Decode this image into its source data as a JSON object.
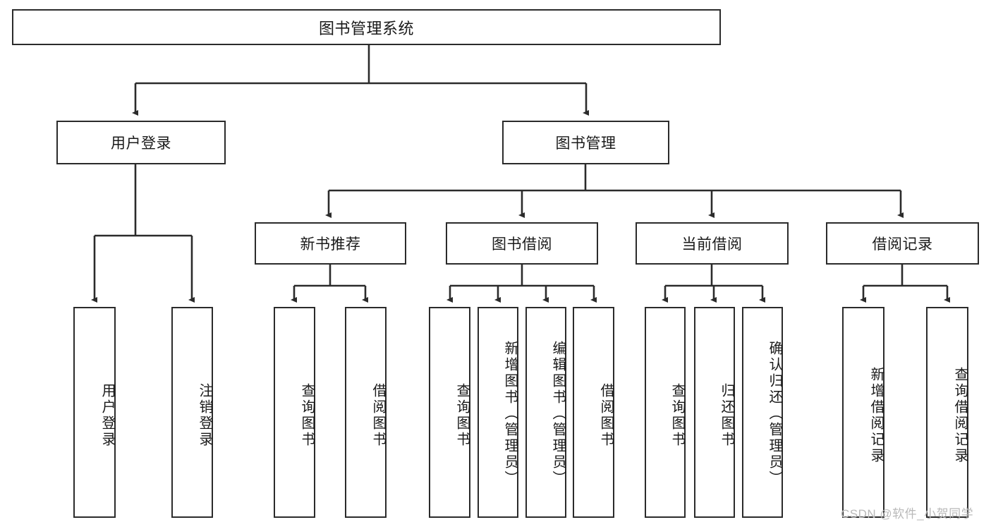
{
  "diagram": {
    "type": "tree",
    "title": "图书管理系统",
    "background_color": "#ffffff",
    "line_color": "#2b2b2b",
    "text_color": "#1a1a1a",
    "root": {
      "label": "图书管理系统"
    },
    "level2": [
      {
        "label": "用户登录"
      },
      {
        "label": "图书管理"
      }
    ],
    "level3": [
      {
        "label": "新书推荐"
      },
      {
        "label": "图书借阅"
      },
      {
        "label": "当前借阅"
      },
      {
        "label": "借阅记录"
      }
    ],
    "leaves": {
      "user_login": [
        {
          "label": "用户登录"
        },
        {
          "label": "注销登录"
        }
      ],
      "new_book_recommend": [
        {
          "label": "查询图书"
        },
        {
          "label": "借阅图书"
        }
      ],
      "book_borrow": [
        {
          "label": "查询图书"
        },
        {
          "label": "新增图书（管理员）"
        },
        {
          "label": "编辑图书（管理员）"
        },
        {
          "label": "借阅图书"
        }
      ],
      "current_borrow": [
        {
          "label": "查询图书"
        },
        {
          "label": "归还图书"
        },
        {
          "label": "确认归还（管理员）"
        }
      ],
      "borrow_record": [
        {
          "label": "新增借阅记录"
        },
        {
          "label": "查询借阅记录"
        }
      ]
    }
  },
  "watermark": {
    "text": "CSDN @软件_小贺同学"
  }
}
